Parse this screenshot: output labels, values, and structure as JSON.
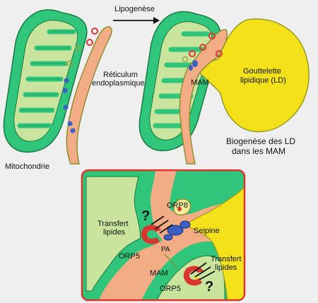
{
  "labels": {
    "lipogenese": "Lipogenèse",
    "reticulum_line1": "Réticulum",
    "reticulum_line2": "endoplasmique",
    "mitochondrie": "Mitochondrie",
    "mam_top": "MAM",
    "gouttelette_line1": "Gouttelette",
    "gouttelette_line2": "lipidique (LD)",
    "biogenese_line1": "Biogenèse des LD",
    "biogenese_line2": "dans  les MAM",
    "transfert_left_line1": "Transfert",
    "transfert_left_line2": "lipides",
    "orp8": "ORP8",
    "seipine": "Seipine",
    "pa": "PA",
    "orp5_top": "ORP5",
    "transfert_right_line1": "Transfert",
    "transfert_right_line2": "lipides",
    "mam_bottom": "MAM",
    "orp5_bottom": "ORP5",
    "question_1": "?",
    "question_2": "?"
  },
  "colors": {
    "background": "#efefef",
    "mito_fill": "#2fc57a",
    "mito_inner": "#c9e59d",
    "er_fill": "#f3ad84",
    "ld_fill": "#f3e11a",
    "seipin_blue": "#3b5fc4",
    "orp_red": "#d8362e",
    "orp8_yellow": "#f3ec9a",
    "inset_border": "#e0332b"
  }
}
